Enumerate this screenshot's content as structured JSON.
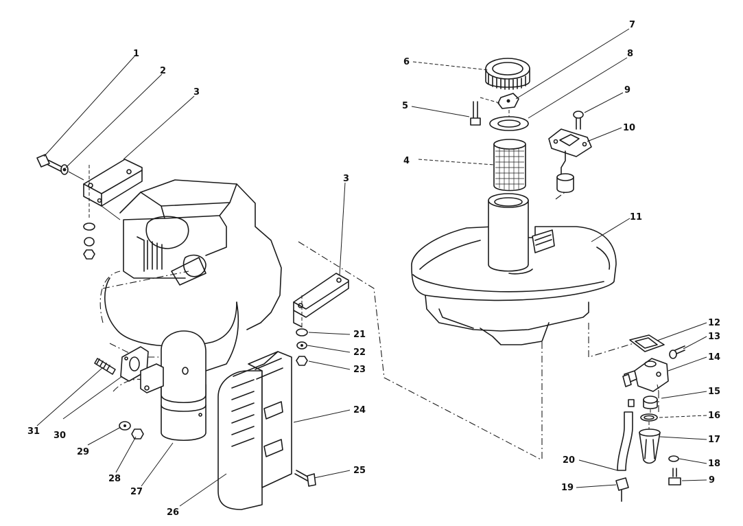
{
  "diagram": {
    "callouts": [
      "1",
      "2",
      "3",
      "3",
      "4",
      "5",
      "6",
      "7",
      "8",
      "9",
      "9",
      "10",
      "11",
      "12",
      "13",
      "14",
      "15",
      "16",
      "17",
      "18",
      "19",
      "20",
      "21",
      "22",
      "23",
      "24",
      "25",
      "26",
      "27",
      "28",
      "29",
      "30",
      "31"
    ]
  }
}
